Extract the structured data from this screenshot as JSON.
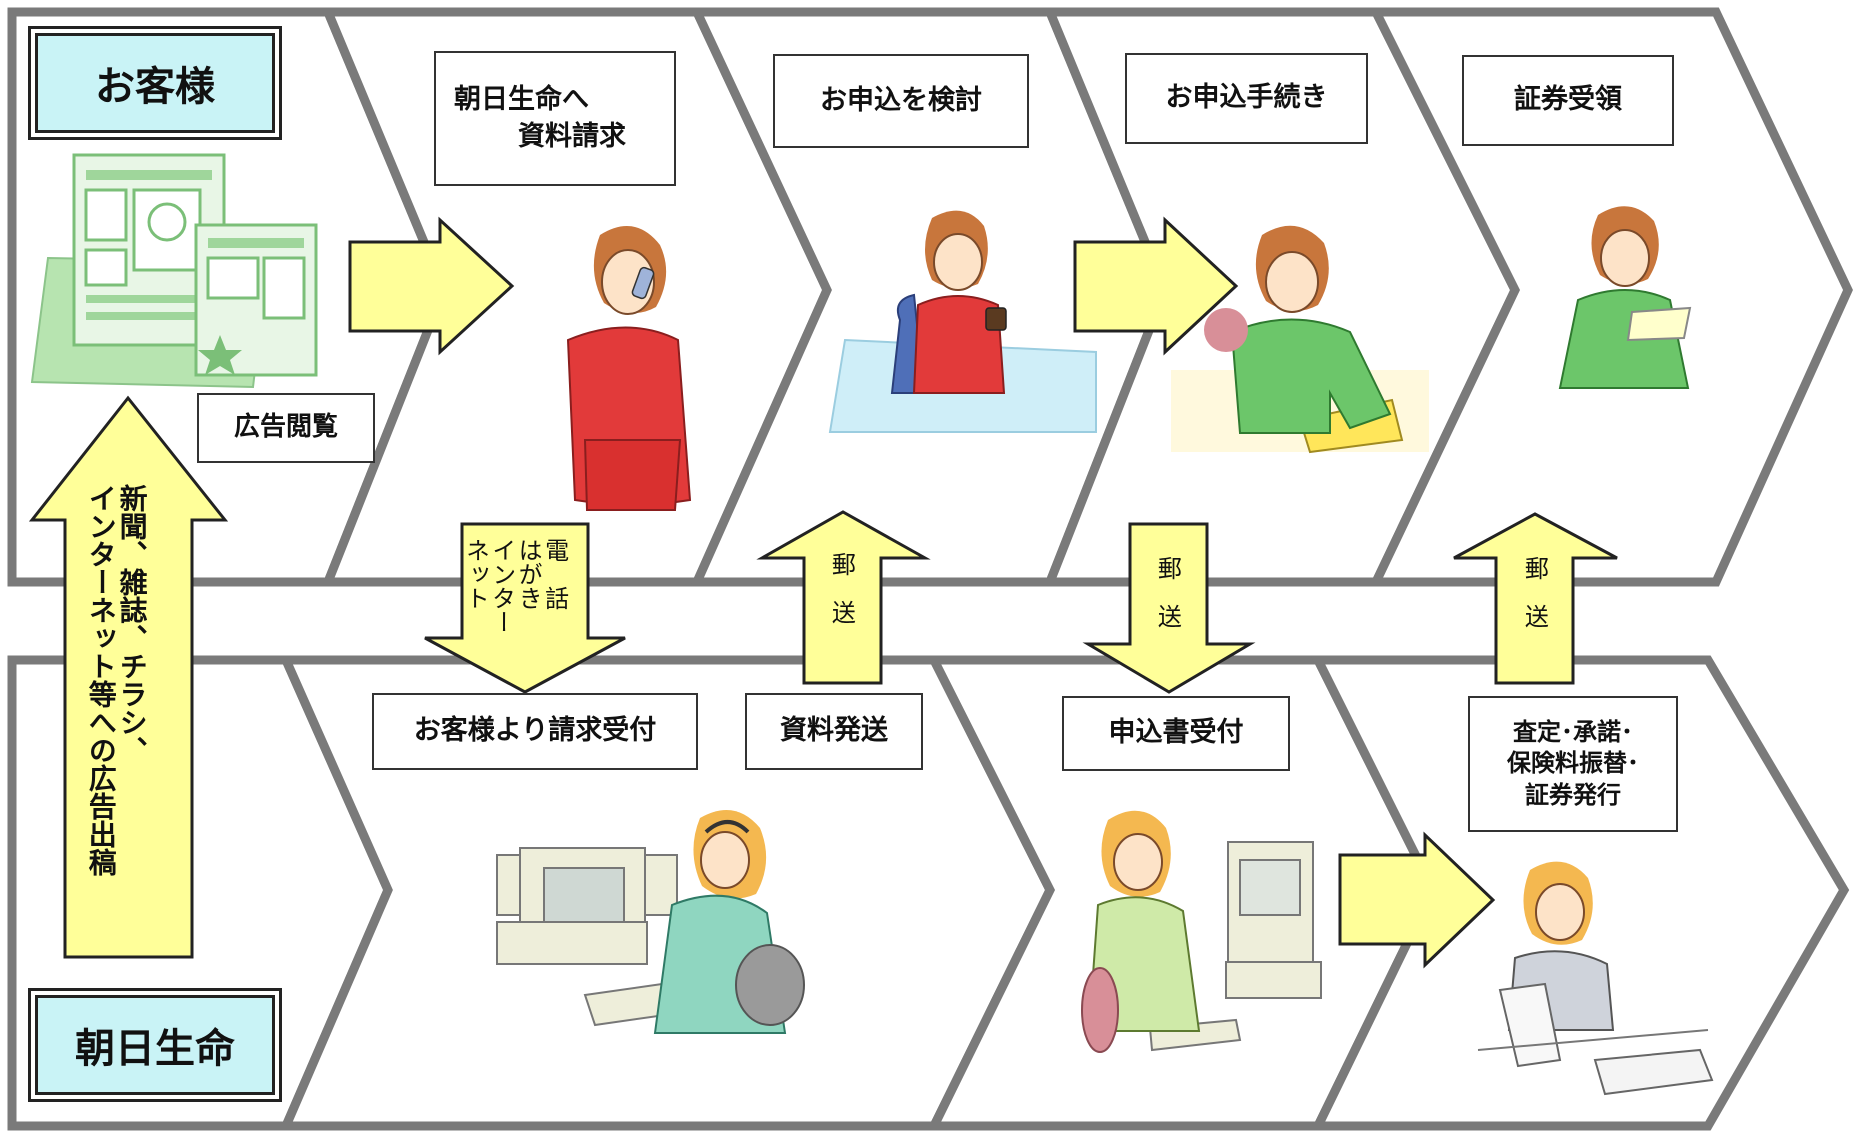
{
  "colors": {
    "lane_border": "#7a7a7a",
    "arrow_fill": "#ffff99",
    "header_fill": "#c9f3f6"
  },
  "lanes": {
    "customer": "お客様",
    "company": "朝日生命"
  },
  "steps": {
    "ad_view": "広告閲覧",
    "request_line1": "朝日生命へ",
    "request_line2": "資料請求",
    "consider": "お申込を検討",
    "apply": "お申込手続き",
    "receive_policy": "証券受領",
    "request_received": "お客様より請求受付",
    "send_materials": "資料発送",
    "application_received": "申込書受付",
    "issue_line1": "査定･承諾･",
    "issue_line2": "保険料振替･",
    "issue_line3": "証券発行"
  },
  "arrows": {
    "ad_channels_line1": "新聞、雑誌、チラシ、",
    "ad_channels_line2": "インターネット等への広告出稿",
    "contact_line1": "電　話",
    "contact_line2": "はがき",
    "contact_line3": "インター",
    "contact_line4": "ネット",
    "mail_1": "郵　送",
    "mail_2": "郵　送",
    "mail_3": "郵　送"
  },
  "icons": [
    "newspaper-icon",
    "woman-phone-icon",
    "woman-coffee-icon",
    "woman-writing-icon",
    "woman-holding-paper-icon",
    "operator-headset-icon",
    "clerk-computer-icon",
    "clerk-documents-icon"
  ]
}
